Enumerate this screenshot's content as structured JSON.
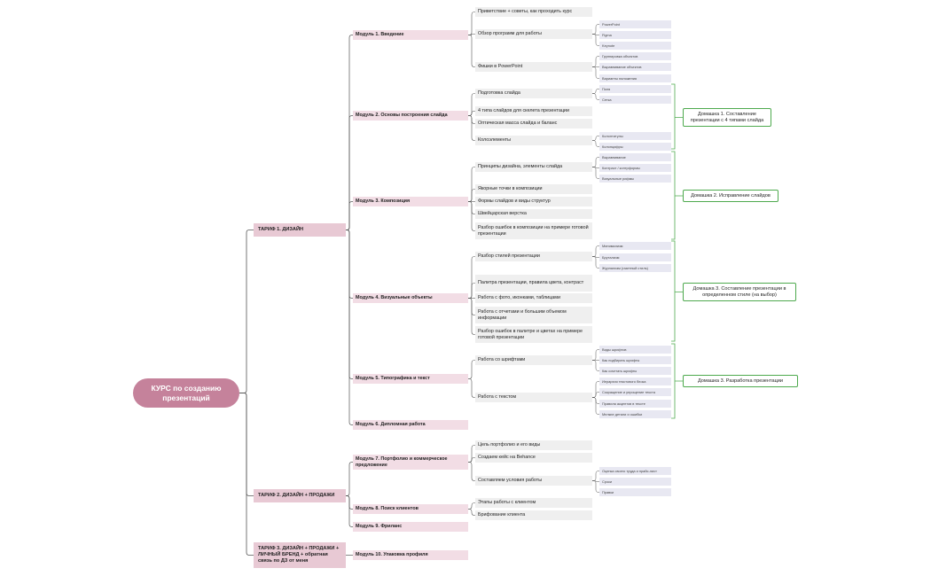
{
  "root": "КУРС по созданию презентаций",
  "tariffs": [
    "ТАРИФ 1. ДИЗАЙН",
    "ТАРИФ 2. ДИЗАЙН + ПРОДАЖИ",
    "ТАРИФ 3. ДИЗАЙН + ПРОДАЖИ + ЛИЧНЫЙ БРЕНД + обратная связь по ДЗ от меня"
  ],
  "modules": [
    "Модуль 1. Введение",
    "Модуль 2. Основы построения слайда",
    "Модуль 3. Композиция",
    "Модуль 4. Визуальные объекты",
    "Модуль 5. Типографика и текст",
    "Модуль 6. Дипломная работа",
    "Модуль 7. Портфолио и коммерческое предложение",
    "Модуль 8. Поиск клиентов",
    "Модуль 9. Фриланс",
    "Модуль 10. Упаковка профиля"
  ],
  "topics": [
    "Приветствие + советы, как проходить курс",
    "Обзор программ для работы",
    "Фишки в PowerPoint",
    "Подготовка слайда",
    "4 типа слайдов для скелета презентации",
    "Оптическая масса слайда и баланс",
    "Колоэлементы",
    "Принципы дизайна, элементы слайда",
    "Якорные точки в композиции",
    "Формы слайдов и виды структур",
    "Швейцарская верстка",
    "Разбор ошибок в композиции на примере готовой презентации",
    "Разбор стилей презентации",
    "Палитра презентации, правила цвета, контраст",
    "Работа с фото, иконками, таблицами",
    "Работа с отчетами и большим объемом информации",
    "Разбор ошибок в палитре и цветах на примере готовой презентации",
    "Работа со шрифтами",
    "Работа с текстом",
    "Цель портфолио и его виды",
    "Создаем кейс на Behance",
    "Составляем условия работы",
    "Этапы работы с клиентом",
    "Брифование клиента"
  ],
  "subs": [
    "PowerPoint",
    "Figma",
    "Keynote",
    "Группировка объектов",
    "Выравнивание объектов",
    "Варианты наложения",
    "Поля",
    "Сетка",
    "Колонтитулы",
    "Колонцифры",
    "Выравнивание",
    "Контраст / контрформы",
    "Визуальные рифмы",
    "Минимализм",
    "Брутализм",
    "Журнализм (газетный стиль)",
    "Виды шрифтов",
    "Как подбирать шрифты",
    "Как сочетать шрифты",
    "Иерархия текстового блока",
    "Сокращение и упрощение текста",
    "Правила акцентов в тексте",
    "Мелкие детали и ошибки",
    "Оценка своего труда и прайс-лист",
    "Сроки",
    "Правки"
  ],
  "homework": [
    "Домашка 1. Составление презентации с 4 типами слайда",
    "Домашка 2. Исправление слайдов",
    "Домашка 3. Составление презентации в определенном стиле (на выбор)",
    "Домашка 3. Разработка презентации"
  ],
  "colors": {
    "root": "#c5829b",
    "tariff": "#e8c9d4",
    "module": "#f2dde5",
    "topic": "#efefef",
    "sub": "#e8e8f2",
    "homework_border": "#4eaa4e",
    "line": "#555555"
  }
}
